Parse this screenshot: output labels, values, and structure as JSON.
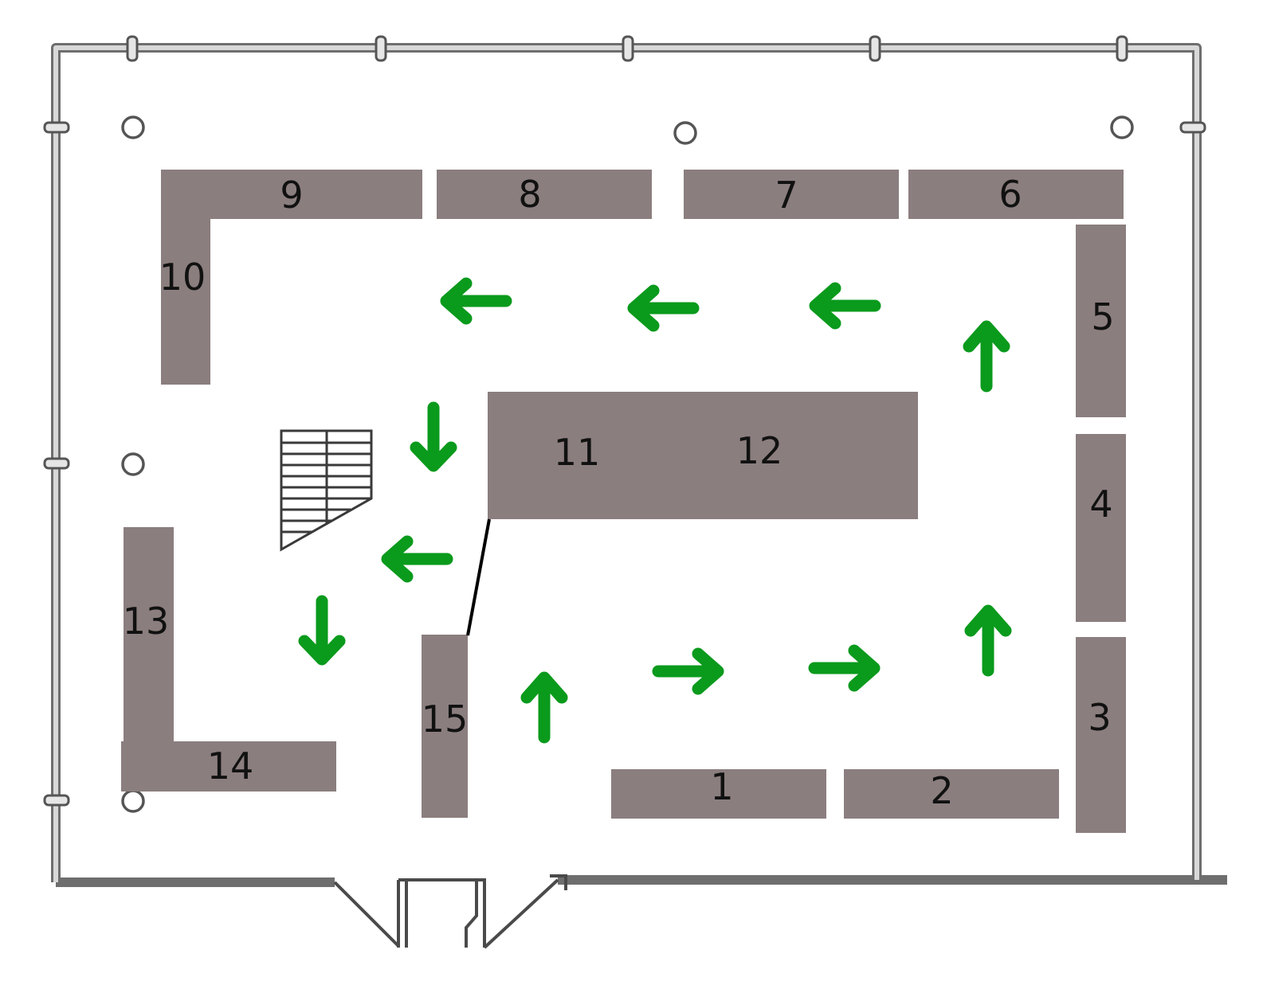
{
  "floor_plan": {
    "booths": [
      {
        "id": "booth-1",
        "label": "1"
      },
      {
        "id": "booth-2",
        "label": "2"
      },
      {
        "id": "booth-3",
        "label": "3"
      },
      {
        "id": "booth-4",
        "label": "4"
      },
      {
        "id": "booth-5",
        "label": "5"
      },
      {
        "id": "booth-6",
        "label": "6"
      },
      {
        "id": "booth-7",
        "label": "7"
      },
      {
        "id": "booth-8",
        "label": "8"
      },
      {
        "id": "booth-9",
        "label": "9"
      },
      {
        "id": "booth-10",
        "label": "10"
      },
      {
        "id": "booth-11",
        "label": "11"
      },
      {
        "id": "booth-12",
        "label": "12"
      },
      {
        "id": "booth-13",
        "label": "13"
      },
      {
        "id": "booth-14",
        "label": "14"
      },
      {
        "id": "booth-15",
        "label": "15"
      }
    ],
    "flow_direction": "counter-clockwise",
    "arrow_color": "#0a9a1c",
    "booth_color": "#8b7e7e"
  }
}
